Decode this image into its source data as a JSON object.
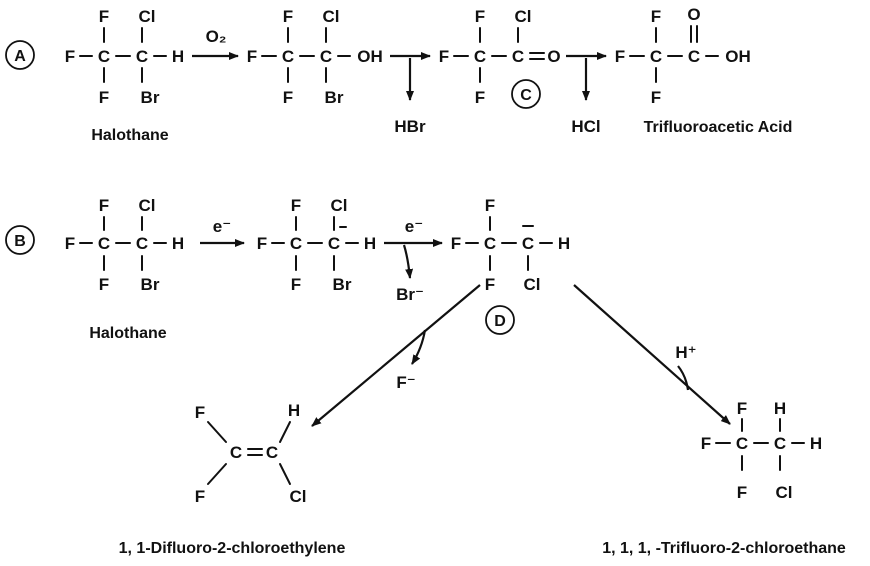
{
  "pathway_a": {
    "marker": "A",
    "reagent": "O₂",
    "start_label": "Halothane",
    "byproduct_1": "HBr",
    "intermediate_marker": "C",
    "byproduct_2": "HCl",
    "product_label": "Trifluoroacetic Acid"
  },
  "pathway_b": {
    "marker": "B",
    "reagent_1": "e⁻",
    "reagent_2": "e⁻",
    "start_label": "Halothane",
    "byproduct": "Br⁻",
    "intermediate_marker": "D",
    "branch_left_reagent": "F⁻",
    "branch_right_reagent": "H⁺",
    "product_left_label": "1, 1-Difluoro-2-chloroethylene",
    "product_right_label": "1, 1, 1, -Trifluoro-2-chloroethane"
  },
  "atoms": {
    "F": "F",
    "C": "C",
    "H": "H",
    "Cl": "Cl",
    "Br": "Br",
    "O": "O",
    "OH": "OH",
    "minus": "−"
  }
}
